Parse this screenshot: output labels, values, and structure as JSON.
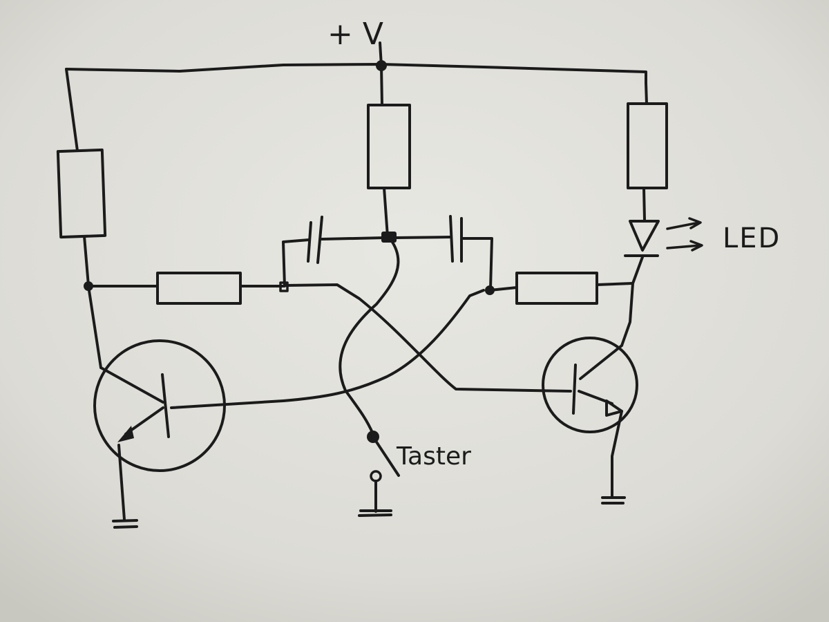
{
  "labels": {
    "supply": "+ V",
    "led": "LED",
    "button": "Taster"
  }
}
